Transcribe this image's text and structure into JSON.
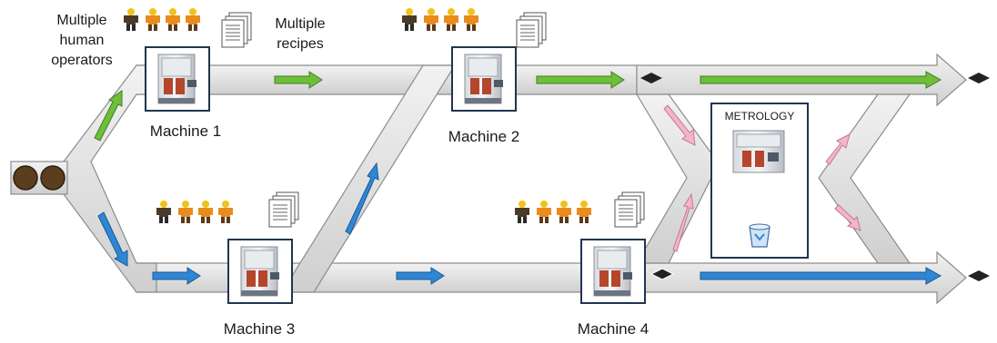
{
  "labels": {
    "operators_note_1": "Multiple",
    "operators_note_2": "human",
    "operators_note_3": "operators",
    "recipes_note_1": "Multiple",
    "recipes_note_2": "recipes",
    "machine_1": "Machine 1",
    "machine_2": "Machine 2",
    "machine_3": "Machine 3",
    "machine_4": "Machine 4",
    "metrology": "METROLOGY"
  },
  "colors": {
    "track_fill": "#e2e2e2",
    "track_stroke": "#8c8c8c",
    "green_arrow": "#6ebe3a",
    "blue_arrow": "#2e86d4",
    "pink_arrow": "#f4b6c6",
    "box_border": "#1f3550",
    "worker_orange": "#e88c1e",
    "worker_helmet": "#f2c21b",
    "wafer_brown": "#5a3e1e"
  },
  "icons": {
    "operators": "worker-icon",
    "recipes": "document-stack-icon",
    "machine": "process-tool-icon",
    "chip": "chip-icon",
    "wafer": "wafer-icon",
    "trash": "recycle-bin-icon"
  }
}
